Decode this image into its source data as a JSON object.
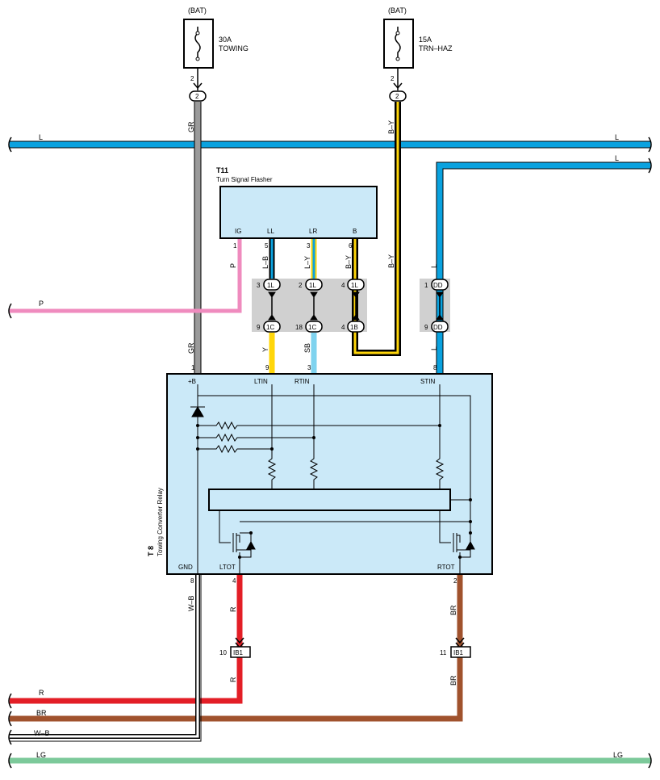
{
  "colors": {
    "L": "#0aa2df",
    "SB": "#7fd3ef",
    "GR": "#9a9a9a",
    "P": "#ef8bbe",
    "R": "#e31e26",
    "BR": "#a0522d",
    "LG": "#7cc99a",
    "Y": "#ffd60a",
    "B": "#000000",
    "connector_bg": "#d0d0d0",
    "component_fill": "#cbe9f8"
  },
  "fuses": [
    {
      "supply": "(BAT)",
      "rating": "30A",
      "name": "TOWING",
      "pin": "2",
      "connector": "2"
    },
    {
      "supply": "(BAT)",
      "rating": "15A",
      "name": "TRN–HAZ",
      "pin": "2",
      "connector": "2"
    }
  ],
  "flasher": {
    "id": "T11",
    "name": "Turn Signal Flasher",
    "terminals": [
      {
        "label": "IG",
        "pin": "1",
        "wire": "P"
      },
      {
        "label": "LL",
        "pin": "5",
        "wire": "L–B"
      },
      {
        "label": "LR",
        "pin": "3",
        "wire": "L–Y"
      },
      {
        "label": "B",
        "pin": "6",
        "wire": "B–Y"
      }
    ]
  },
  "relay": {
    "id": "T 8",
    "name": "Towing Converter Relay",
    "inputs": [
      {
        "label": "+B",
        "pin": "1",
        "wire": "GR"
      },
      {
        "label": "LTIN",
        "pin": "9",
        "wire": "Y"
      },
      {
        "label": "RTIN",
        "pin": "3",
        "wire": "SB"
      },
      {
        "label": "STIN",
        "pin": "8",
        "wire": "L"
      }
    ],
    "outputs": [
      {
        "label": "GND",
        "pin": "8",
        "wire": "W–B"
      },
      {
        "label": "LTOT",
        "pin": "4",
        "wire": "R"
      },
      {
        "label": "RTOT",
        "pin": "2",
        "wire": "BR"
      }
    ]
  },
  "junctions": {
    "upper": [
      {
        "pin": "3",
        "code": "1L"
      },
      {
        "pin": "2",
        "code": "1L"
      },
      {
        "pin": "4",
        "code": "1L"
      },
      {
        "pin": "1",
        "code": "DD"
      }
    ],
    "lower": [
      {
        "pin": "9",
        "code": "1C"
      },
      {
        "pin": "18",
        "code": "1C"
      },
      {
        "pin": "4",
        "code": "1B"
      },
      {
        "pin": "9",
        "code": "DD"
      }
    ],
    "ib": [
      {
        "pin": "10",
        "code": "IB1"
      },
      {
        "pin": "11",
        "code": "IB1"
      }
    ]
  },
  "wire_labels": {
    "gr": "GR",
    "by": "B–Y",
    "l": "L",
    "p": "P",
    "y": "Y",
    "sb": "SB",
    "r": "R",
    "br": "BR",
    "wb": "W–B",
    "lg": "LG"
  }
}
